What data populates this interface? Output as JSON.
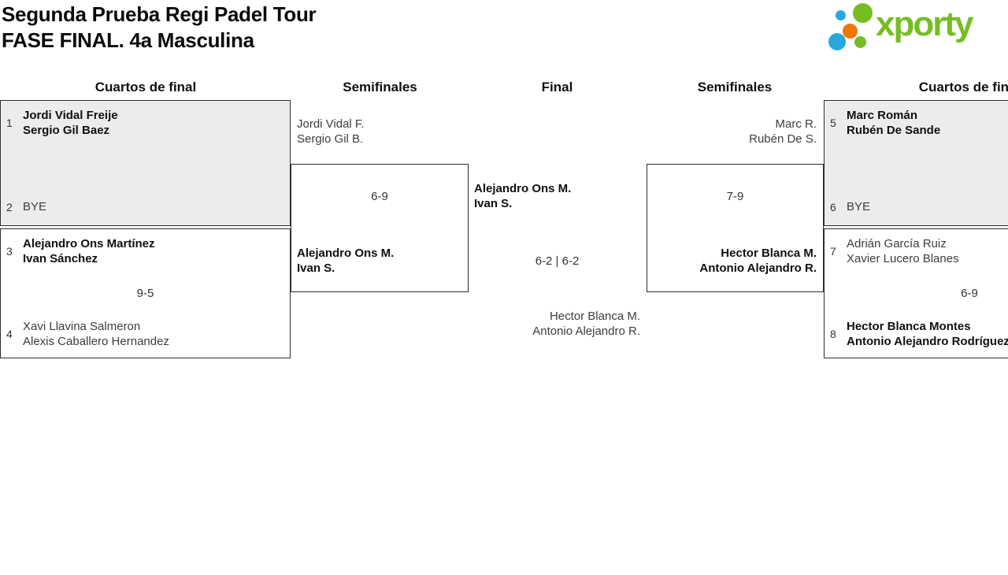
{
  "title": {
    "line1": "Segunda Prueba Regi Padel Tour",
    "line2": "FASE FINAL. 4a Masculina"
  },
  "logo": {
    "text": "xporty"
  },
  "colors": {
    "logo_green": "#76BD22",
    "logo_blue": "#29A8E0",
    "logo_orange": "#EE7601",
    "bye_box_gray": "#ECECEC",
    "box_border": "#2e2e2e"
  },
  "headers": [
    "Cuartos de final",
    "Semifinales",
    "Final",
    "Semifinales",
    "Cuartos de final"
  ],
  "matches": {
    "qf_left_top": {
      "team1": {
        "seed": "1",
        "line1": "Jordi Vidal Freije",
        "line2": "Sergio Gil Baez"
      },
      "team2": {
        "seed": "2",
        "line1": "BYE"
      }
    },
    "qf_left_bottom": {
      "team1": {
        "seed": "3",
        "line1": "Alejandro Ons Martínez",
        "line2": "Ivan Sánchez"
      },
      "score": "9-5",
      "team2": {
        "seed": "4",
        "line1": "Xavi Llavina Salmeron",
        "line2": "Alexis Caballero Hernandez"
      }
    },
    "sf_left": {
      "team1": {
        "line1": "Jordi Vidal F.",
        "line2": "Sergio Gil B."
      },
      "score": "6-9",
      "team2": {
        "line1": "Alejandro Ons M.",
        "line2": "Ivan S."
      }
    },
    "final": {
      "team1": {
        "line1": "Alejandro Ons M.",
        "line2": "Ivan S."
      },
      "score": "6-2 | 6-2",
      "team2": {
        "line1": "Hector Blanca M.",
        "line2": "Antonio Alejandro R."
      }
    },
    "sf_right": {
      "team1": {
        "line1": "Marc R.",
        "line2": "Rubén De S."
      },
      "score": "7-9",
      "team2": {
        "line1": "Hector Blanca M.",
        "line2": "Antonio Alejandro R."
      }
    },
    "qf_right_top": {
      "team1": {
        "seed": "5",
        "line1": "Marc Román",
        "line2": "Rubén De Sande"
      },
      "team2": {
        "seed": "6",
        "line1": "BYE"
      }
    },
    "qf_right_bottom": {
      "team1": {
        "seed": "7",
        "line1": "Adrián García Ruiz",
        "line2": "Xavier Lucero Blanes"
      },
      "score": "6-9",
      "team2": {
        "seed": "8",
        "line1": "Hector Blanca Montes",
        "line2": "Antonio Alejandro Rodríguez"
      }
    }
  }
}
